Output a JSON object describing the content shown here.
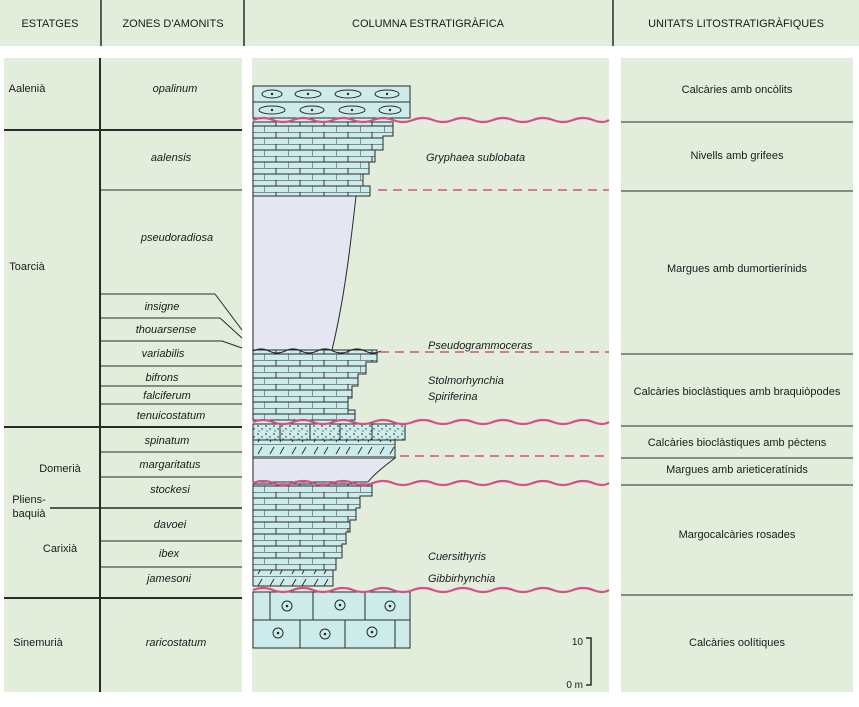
{
  "headers": {
    "stages": "ESTATGES",
    "zones": "ZONES D'AMONITS",
    "column": "COLUMNA ESTRATIGRÀFICA",
    "units": "UNITATS LITOSTRATIGRÀFIQUES"
  },
  "stages": {
    "aalenian": "Aalenià",
    "toarcian": "Toarcià",
    "domerian": "Domerià",
    "pliensbachian_1": "Pliens-",
    "pliensbachian_2": "baquià",
    "carixian": "Carixià",
    "sinemurian": "Sinemurià"
  },
  "zones": [
    "opalinum",
    "aalensis",
    "pseudoradiosa",
    "insigne",
    "thouarsense",
    "variabilis",
    "bifrons",
    "falciferum",
    "tenuicostatum",
    "spinatum",
    "margaritatus",
    "stockesi",
    "davoei",
    "ibex",
    "jamesoni",
    "raricostatum"
  ],
  "fossils": {
    "gryphaea": "Gryphaea sublobata",
    "pseudogrammoceras": "Pseudogrammoceras",
    "stolmorhynchia": "Stolmorhynchia",
    "spiriferina": "Spiriferina",
    "cuersithyris": "Cuersithyris",
    "gibbirhynchia": "Gibbirhynchia"
  },
  "units": {
    "oncolits": "Calcàries amb oncòlits",
    "grifees": "Nivells amb grifees",
    "dumortierinids": "Margues amb dumortierínids",
    "braquiopodes": "Calcàries bioclàstiques amb braquiòpodes",
    "pectens": "Calcàries bioclàstiques amb pèctens",
    "arieticeratinids": "Margues amb arieticeratínids",
    "margocalcaries": "Margocalcàries rosades",
    "oolitiques": "Calcàries oolítiques"
  },
  "scale": {
    "top": "10",
    "bottom": "0 m"
  },
  "colors": {
    "panel": "#e3eddc",
    "limestone": "#ccebeb",
    "marl": "#e4e6f2",
    "wavy": "#d4508a",
    "line": "#2a2a2a"
  }
}
